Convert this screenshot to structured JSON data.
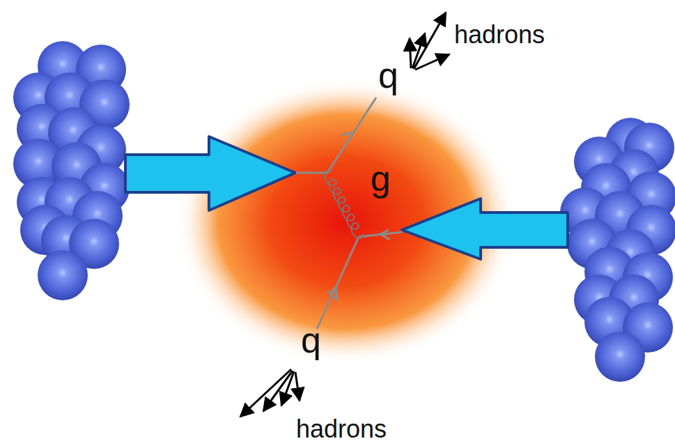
{
  "diagram": {
    "labels": [
      "hadrons",
      "q",
      "g",
      "q",
      "hadrons"
    ]
  }
}
